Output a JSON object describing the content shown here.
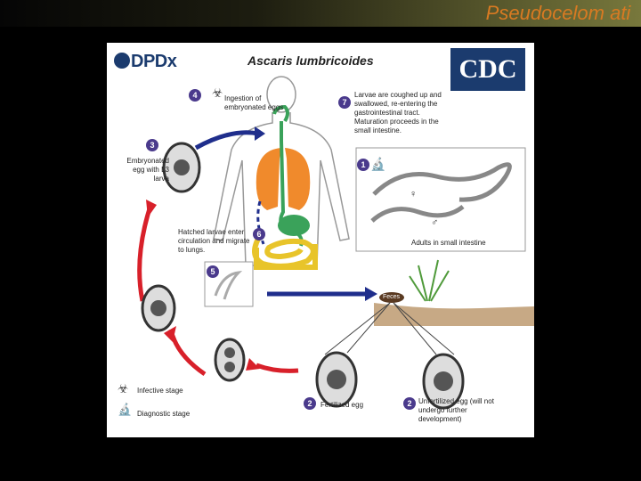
{
  "slide": {
    "title": "Pseudocelom ati"
  },
  "header": {
    "logo_text": "DPDx",
    "title": "Ascaris lumbricoides",
    "cdc_logo_text": "CDC"
  },
  "steps": [
    {
      "num": "1",
      "text": ""
    },
    {
      "num": "2",
      "text": "Fertilized egg"
    },
    {
      "num": "2",
      "text": "Unfertilized egg (will not undergo further development)"
    },
    {
      "num": "3",
      "text": "Embryonated egg with L3 larva"
    },
    {
      "num": "4",
      "text": "Ingestion of embryonated eggs"
    },
    {
      "num": "5",
      "text": ""
    },
    {
      "num": "6",
      "text": "Hatched larvae enter circulation and migrate to lungs."
    },
    {
      "num": "7",
      "text": "Larvae are coughed up and swallowed, re-entering the gastrointestinal tract. Maturation proceeds in the small intestine."
    }
  ],
  "labels": {
    "adults": "Adults in small intestine",
    "feces": "Feces",
    "female": "♀",
    "male": "♂"
  },
  "legend": {
    "infective": "Infective stage",
    "diagnostic": "Diagnostic stage"
  },
  "colors": {
    "arrow_red": "#d8202a",
    "arrow_blue": "#1f2e8c",
    "lungs": "#f08a2c",
    "intestine": "#e8c42a",
    "gi": "#3aa25a"
  },
  "icons": [
    "biohazard-icon",
    "microscope-icon"
  ]
}
